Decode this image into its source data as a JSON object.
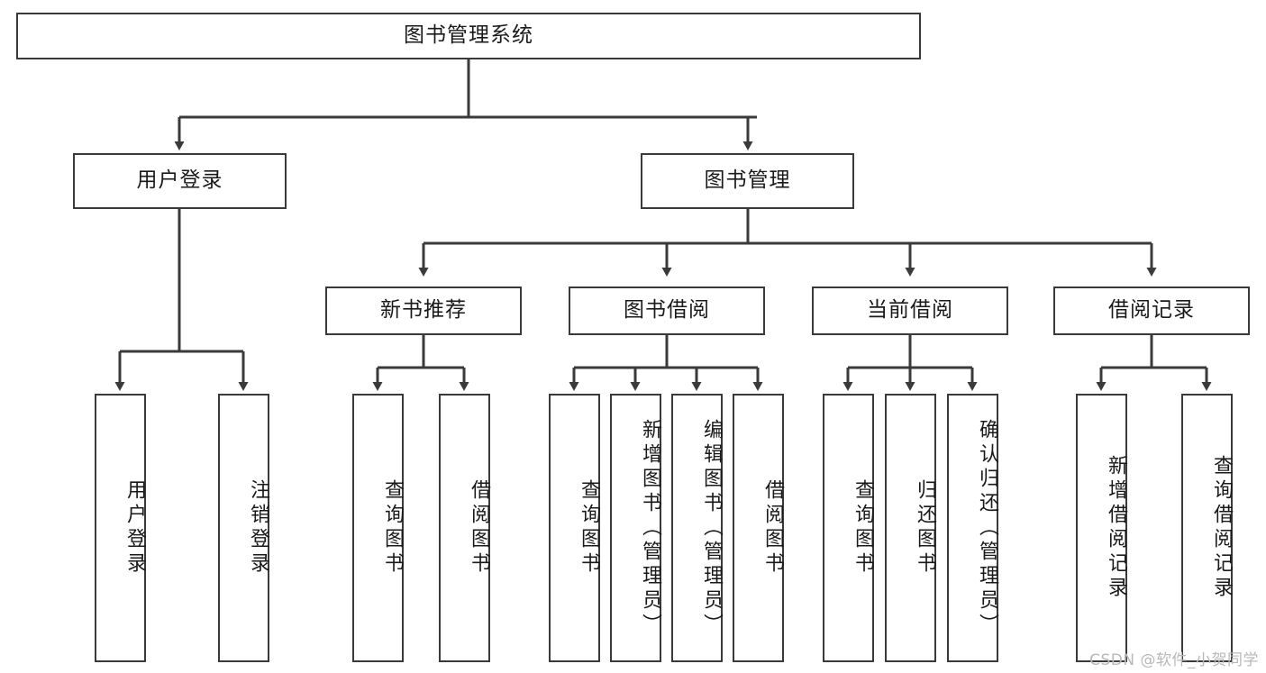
{
  "diagram": {
    "title": "图书管理系统",
    "watermark": "CSDN @软件_小贺同学",
    "colors": {
      "box_border": "#3a3a3a",
      "connector": "#3a3a3a",
      "background": "#ffffff",
      "text": "#1a1a1a",
      "watermark": "#b8b8b8"
    },
    "root": {
      "label": "图书管理系统"
    },
    "level1": [
      {
        "label": "用户登录"
      },
      {
        "label": "图书管理"
      }
    ],
    "level2": [
      {
        "label": "新书推荐"
      },
      {
        "label": "图书借阅"
      },
      {
        "label": "当前借阅"
      },
      {
        "label": "借阅记录"
      }
    ],
    "leaves": {
      "user_login": [
        {
          "label": "用户登录"
        },
        {
          "label": "注销登录"
        }
      ],
      "new_book_recommend": [
        {
          "label": "查询图书"
        },
        {
          "label": "借阅图书"
        }
      ],
      "book_borrow": [
        {
          "label": "查询图书"
        },
        {
          "label": "新增图书（管理员）"
        },
        {
          "label": "编辑图书（管理员）"
        },
        {
          "label": "借阅图书"
        }
      ],
      "current_borrow": [
        {
          "label": "查询图书"
        },
        {
          "label": "归还图书"
        },
        {
          "label": "确认归还（管理员）"
        }
      ],
      "borrow_record": [
        {
          "label": "新增借阅记录"
        },
        {
          "label": "查询借阅记录"
        }
      ]
    }
  }
}
